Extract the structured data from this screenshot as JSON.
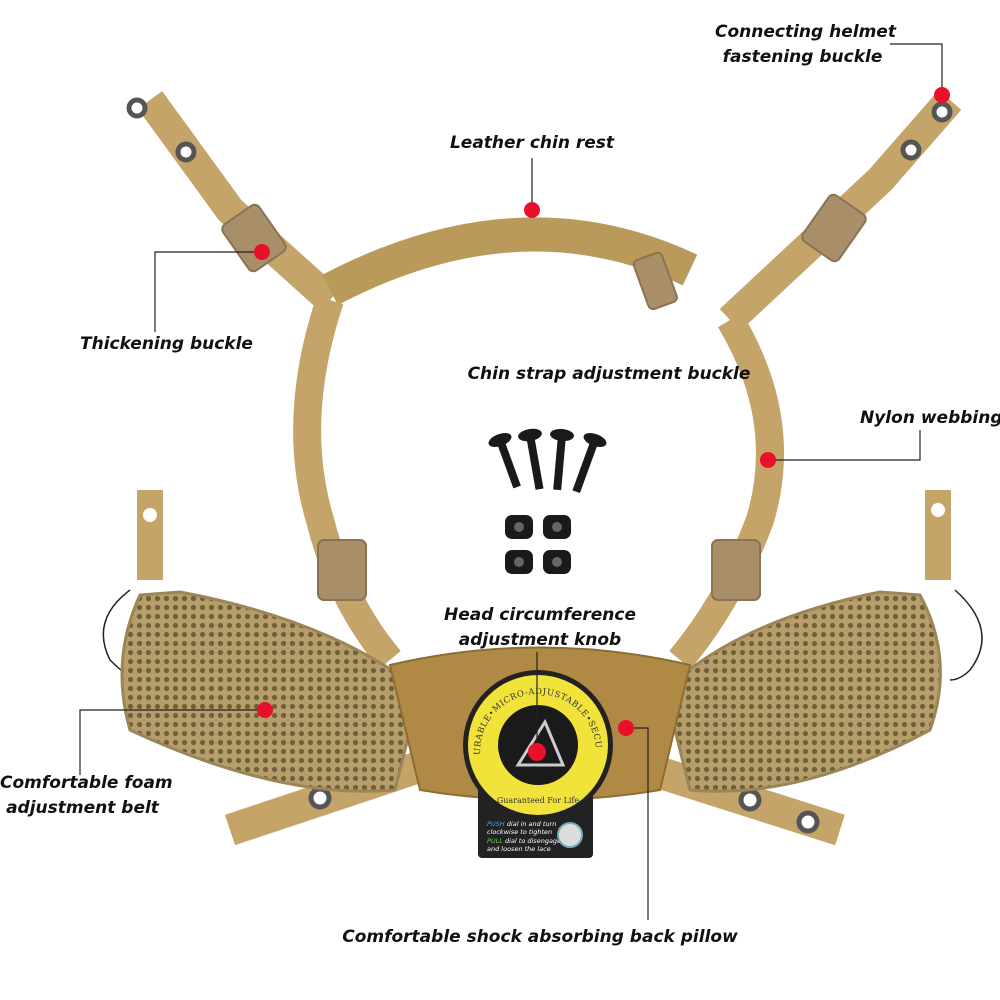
{
  "labels": {
    "connecting_buckle": [
      "Connecting helmet",
      "fastening buckle"
    ],
    "chin_rest": "Leather chin rest",
    "thickening_buckle": "Thickening buckle",
    "chin_strap_buckle": "Chin strap adjustment buckle",
    "nylon_webbing": "Nylon webbing",
    "knob": [
      "Head circumference",
      "adjustment knob"
    ],
    "foam_belt": [
      "Comfortable foam",
      "adjustment belt"
    ],
    "back_pillow": "Comfortable shock absorbing back pillow"
  },
  "dial": {
    "ring_text": "DURABLE•MICRO-ADJUSTABLE•SECURE",
    "guarantee": "Guaranteed For Life",
    "push_word": "PUSH",
    "push_text": [
      "dial in and turn",
      "clockwise to tighten"
    ],
    "pull_word": "PULL",
    "pull_text": [
      "dial to disengage",
      "and loosen the lace"
    ]
  },
  "colors": {
    "strap": "#c4a468",
    "strap_dark": "#a78a52",
    "marker": "#e8102a",
    "dial_yellow": "#f1e33a"
  }
}
